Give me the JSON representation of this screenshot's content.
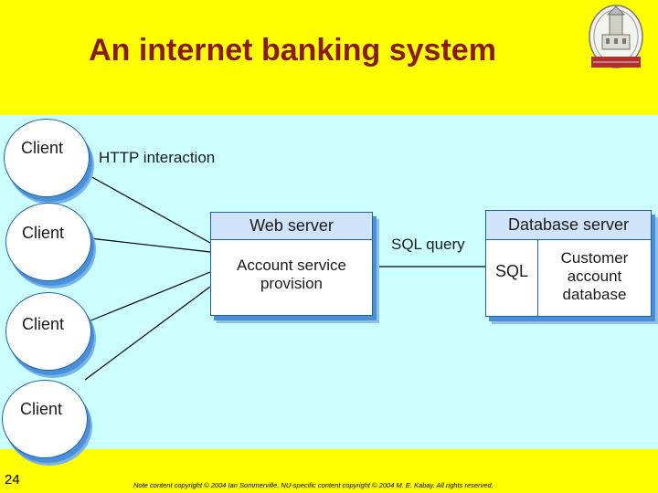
{
  "slide": {
    "title": "An internet banking system",
    "page_number": "24",
    "copyright": "Note content copyright © 2004 Ian Sommerville. NU-specific content copyright © 2004 M. E. Kabay. All rights reserved."
  },
  "diagram": {
    "clients": [
      {
        "label": "Client"
      },
      {
        "label": "Client"
      },
      {
        "label": "Client"
      },
      {
        "label": "Client"
      }
    ],
    "http_label": "HTTP interaction",
    "sql_query_label": "SQL query",
    "web_server": {
      "title": "Web server",
      "body": "Account service\nprovision"
    },
    "database_server": {
      "title": "Database server",
      "sql_label": "SQL",
      "db_label": "Customer\naccount\ndatabase"
    }
  },
  "colors": {
    "slide_background": "#ffff00",
    "diagram_background": "#ccffff",
    "title": "#8b1a1a",
    "box_border": "#1e5fa8",
    "box_header_fill": "#cfe4fb"
  }
}
